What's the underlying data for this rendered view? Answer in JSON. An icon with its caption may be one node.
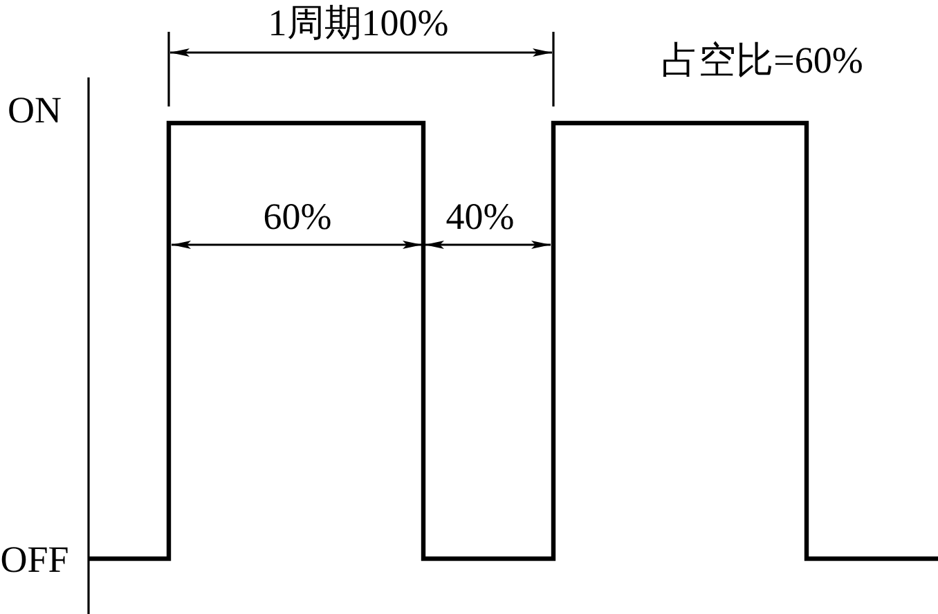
{
  "diagram": {
    "labels": [
      "1周期100%",
      "占空比=60%",
      "ON",
      "60%",
      "40%",
      "OFF"
    ]
  }
}
